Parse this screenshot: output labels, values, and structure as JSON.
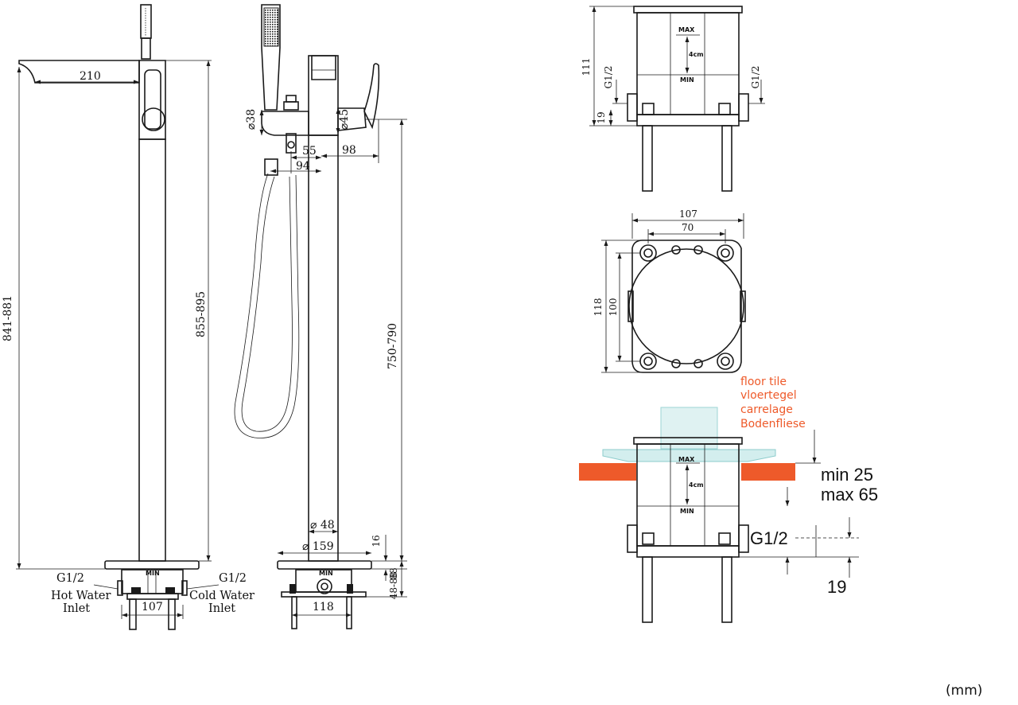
{
  "colors": {
    "line": "#1a1a1a",
    "tile": "#ee5a2a",
    "glass": "#bfe5e5",
    "tile_text": "#ee5a2a"
  },
  "units": "(mm)",
  "front_view": {
    "dims": {
      "spout": "210",
      "total_height": "841-881",
      "body_height": "855-895",
      "box_width": "107"
    },
    "inlets": {
      "hot_thread": "G1/2",
      "hot_label_1": "Hot Water",
      "hot_label_2": "Inlet",
      "cold_thread": "G1/2",
      "cold_label_1": "Cold Water",
      "cold_label_2": "Inlet"
    },
    "box_mark": "MIN"
  },
  "side_view": {
    "dims": {
      "diverter_dia": "38",
      "handle_dia": "45",
      "d55": "55",
      "d94": "94",
      "d98": "98",
      "column_height": "750-790",
      "column_dia": "48",
      "base_dia": "159",
      "base_thick": "16",
      "base_to_box": "88",
      "box_depth": "48-88",
      "box_width": "118"
    },
    "box_mark": "MIN"
  },
  "box_elevation": {
    "height": "111",
    "thread_left": "G1/2",
    "thread_right": "G1/2",
    "inlet_height": "19",
    "max": "MAX",
    "min": "MIN",
    "range": "4cm"
  },
  "box_plan": {
    "outer_width": "107",
    "inner_width": "70",
    "outer_height": "118",
    "inner_height": "100"
  },
  "box_installed": {
    "tile_labels": [
      "floor tile",
      "vloertegel",
      "carrelage",
      "Bodenfliese"
    ],
    "min": "min 25",
    "max": "max 65",
    "thread": "G1/2",
    "inlet_height": "19",
    "max_mark": "MAX",
    "min_mark": "MIN",
    "range": "4cm"
  }
}
